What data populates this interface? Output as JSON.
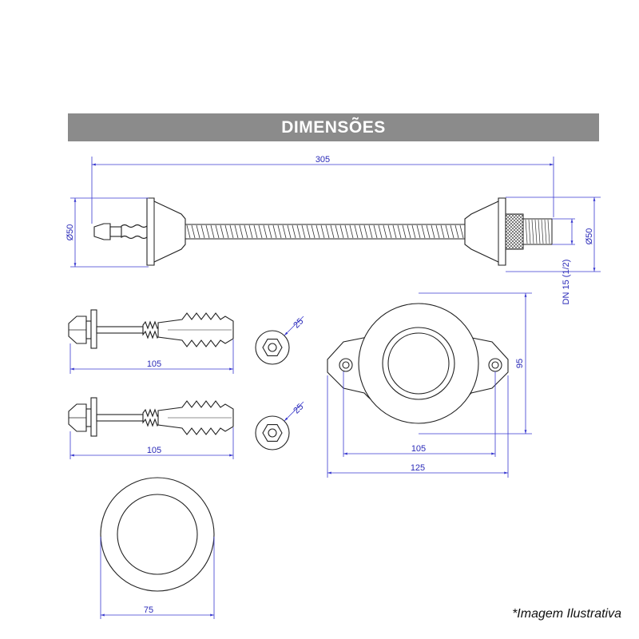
{
  "header": {
    "title": "DIMENSÕES"
  },
  "dimensions": {
    "overall_length": "305",
    "left_diameter": "Ø50",
    "right_diameter": "Ø50",
    "thread": "DN 15 (1/2)",
    "screw1_length": "105",
    "screw2_length": "105",
    "nut1_size": "25",
    "nut2_size": "25",
    "flange_height": "95",
    "flange_hole_spacing": "105",
    "flange_width": "125",
    "ring_diameter": "75"
  },
  "footer": {
    "note": "*Imagem Ilustrativa"
  },
  "colors": {
    "header_band": "#8b8b8b",
    "dimension": "#2a2ab8",
    "outline": "#222222"
  }
}
